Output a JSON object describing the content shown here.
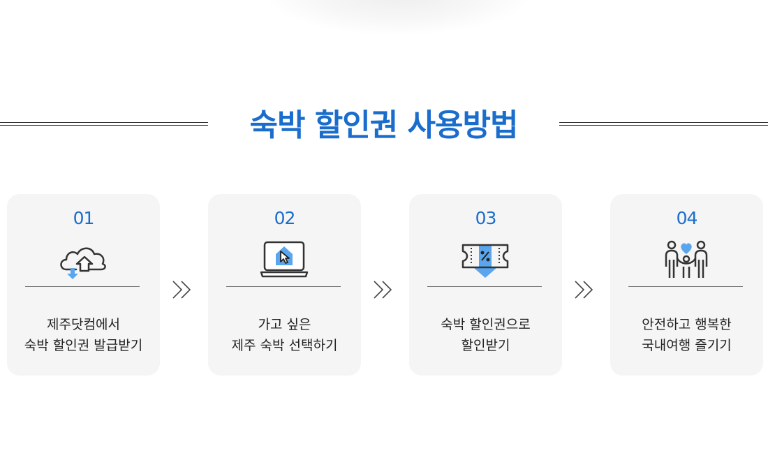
{
  "title": "숙박 할인권 사용방법",
  "steps": [
    {
      "number": "01",
      "line1": "제주닷컴에서",
      "line2": "숙박 할인권 발급받기",
      "icon": "cloud-upload-download-icon"
    },
    {
      "number": "02",
      "line1": "가고 싶은",
      "line2": "제주 숙박 선택하기",
      "icon": "laptop-house-cursor-icon"
    },
    {
      "number": "03",
      "line1": "숙박 할인권으로",
      "line2": "할인받기",
      "icon": "discount-ticket-icon"
    },
    {
      "number": "04",
      "line1": "안전하고 행복한",
      "line2": "국내여행 즐기기",
      "icon": "family-heart-icon"
    }
  ],
  "colors": {
    "accent": "#1a6dcc",
    "icon_blue": "#5aa6ee",
    "card_bg": "#f5f5f5",
    "text": "#222222"
  }
}
